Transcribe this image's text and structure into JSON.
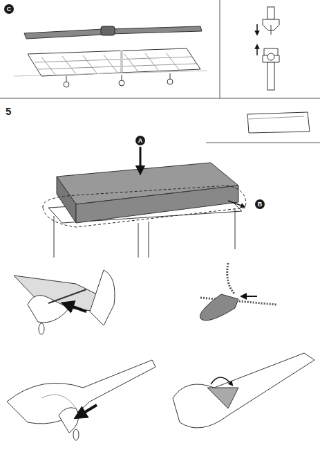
{
  "diagram": {
    "labels": [
      "C",
      "5",
      "A",
      "B"
    ]
  }
}
